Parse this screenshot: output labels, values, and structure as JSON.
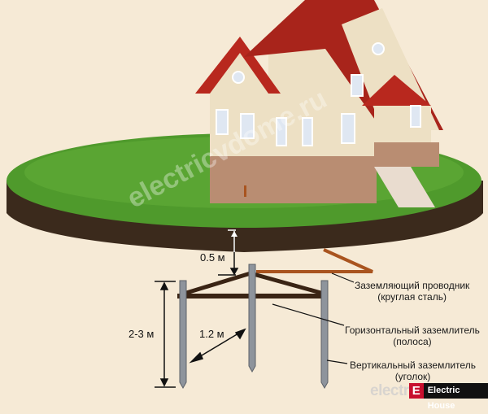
{
  "watermark": "electricvdome.ru",
  "dimensions": {
    "depth": "0.5 м",
    "rod_length": "2-3 м",
    "spacing": "1.2 м"
  },
  "labels": [
    {
      "title": "Заземляющий проводник",
      "subtitle": "(круглая сталь)"
    },
    {
      "title": "Горизонтальный заземлитель",
      "subtitle": "(полоса)"
    },
    {
      "title": "Вертикальный заземлитель",
      "subtitle": "(уголок)"
    }
  ],
  "logo": {
    "watermark_text": "electr",
    "badge": "E",
    "name": "Electric House"
  },
  "colors": {
    "background": "#f6ead6",
    "grass": "#4f9a2c",
    "soil": "#3b2a1c",
    "roof": "#b8281e",
    "wall": "#ede0c4",
    "rod": "#8e949c",
    "strip": "#3a2414",
    "conductor": "#a9541f"
  }
}
